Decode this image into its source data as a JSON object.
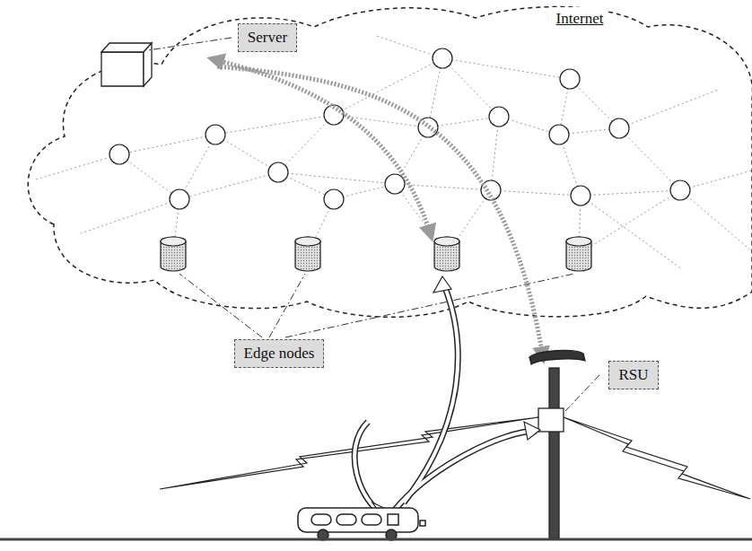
{
  "diagram": {
    "nodes": [
      {
        "text": [
          "Server"
        ]
      },
      {
        "text": [
          "Internet"
        ]
      },
      {
        "text": [
          "Edge nodes"
        ]
      },
      {
        "text": [
          "RSU"
        ]
      }
    ]
  }
}
